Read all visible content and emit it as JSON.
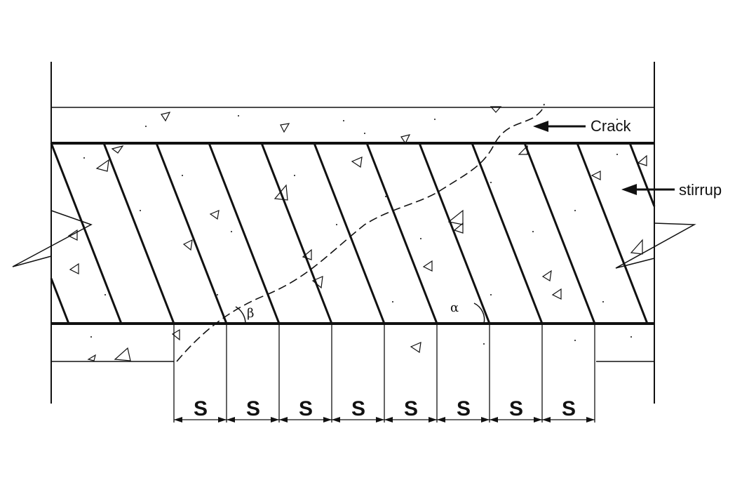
{
  "diagram": {
    "labels": {
      "crack": "Crack",
      "stirrup": "stirrup",
      "beta": "β",
      "alpha": "α",
      "spacing": [
        "S",
        "S",
        "S",
        "S",
        "S",
        "S",
        "S",
        "S"
      ]
    },
    "stirrup_count": 11,
    "stroke_color": "#111111",
    "background_color": "#ffffff"
  }
}
